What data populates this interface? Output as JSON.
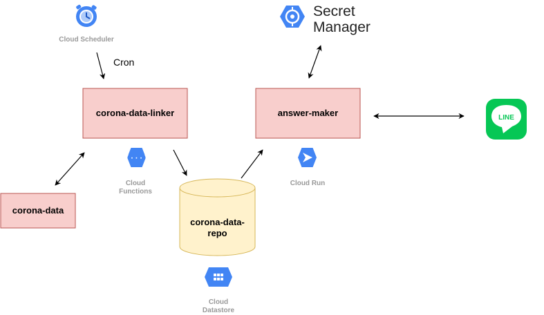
{
  "nodes": {
    "scheduler": {
      "label": "Cloud Scheduler",
      "icon": "cloud-scheduler-icon"
    },
    "secret_manager": {
      "line1": "Secret",
      "line2": "Manager",
      "icon": "secret-manager-icon"
    },
    "linker": {
      "label": "corona-data-linker"
    },
    "answer_maker": {
      "label": "answer-maker"
    },
    "corona_data": {
      "label": "corona-data"
    },
    "repo": {
      "line1": "corona-data-",
      "line2": "repo"
    },
    "functions": {
      "line1": "Cloud",
      "line2": "Functions",
      "icon": "cloud-functions-icon"
    },
    "run": {
      "label": "Cloud Run",
      "icon": "cloud-run-icon"
    },
    "datastore": {
      "line1": "Cloud",
      "line2": "Datastore",
      "icon": "cloud-datastore-icon"
    },
    "line": {
      "label": "LINE",
      "icon": "line-app-icon"
    }
  },
  "edges": {
    "cron_label": "Cron"
  },
  "colors": {
    "box_fill": "#f8cecc",
    "box_stroke": "#b85450",
    "cylinder_fill": "#fff2cc",
    "cylinder_stroke": "#d6b656",
    "gcp_blue": "#4285f4",
    "line_green": "#06c755",
    "service_label": "#999999"
  }
}
